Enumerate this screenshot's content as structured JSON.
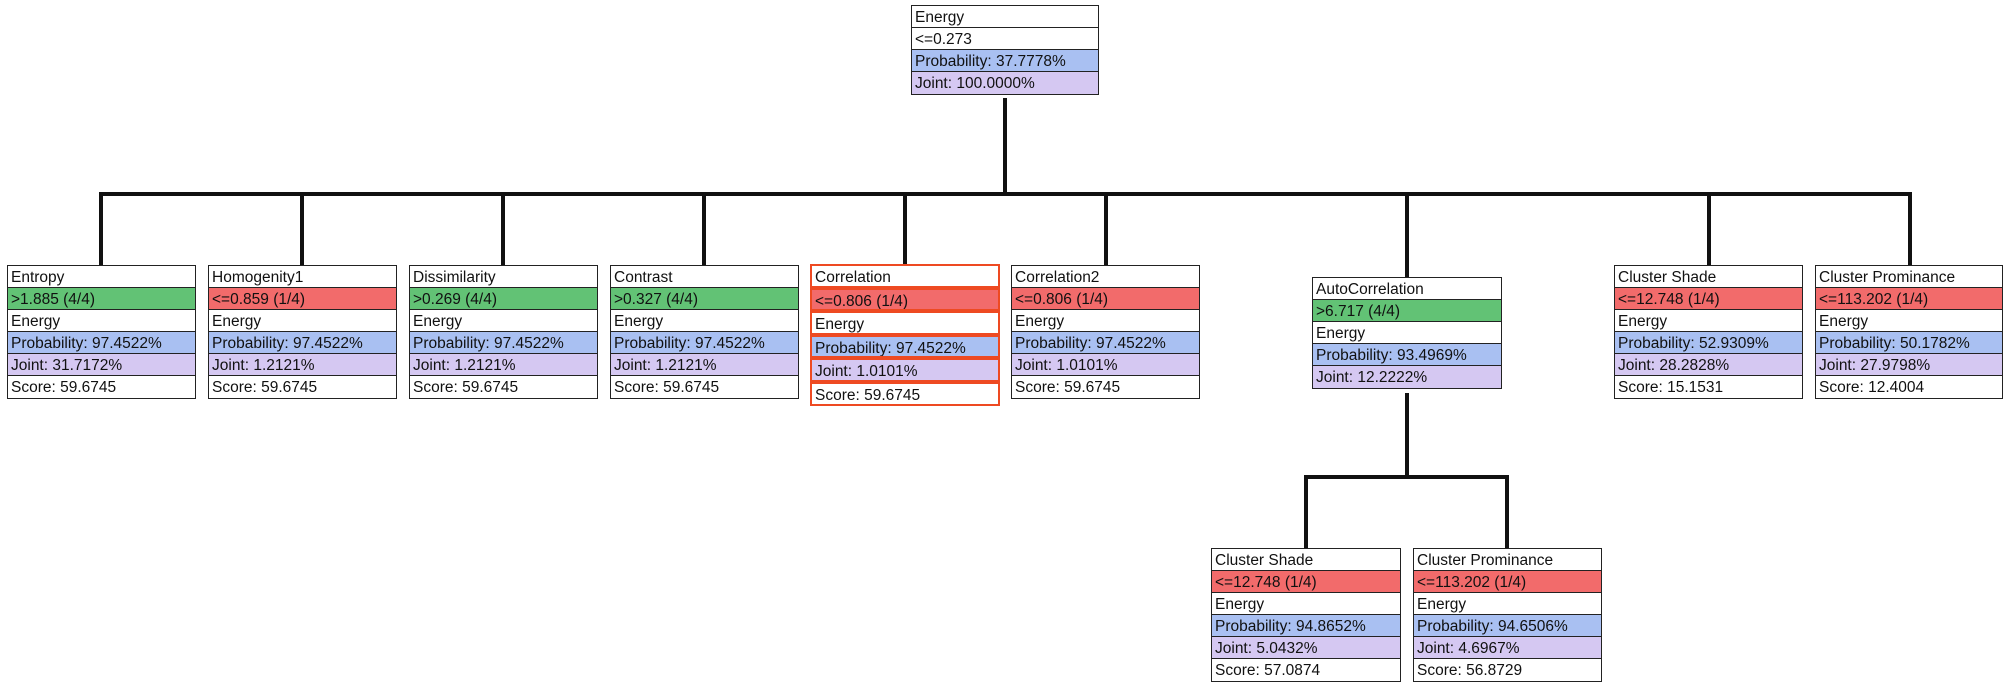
{
  "root": {
    "title": "Energy",
    "condition": "<=0.273",
    "probability": "Probability: 37.7778%",
    "joint": "Joint: 100.0000%"
  },
  "children": [
    {
      "title": "Entropy",
      "split": ">1.885 (4/4)",
      "split_type": "good",
      "target": "Energy",
      "probability": "Probability: 97.4522%",
      "joint": "Joint: 31.7172%",
      "score": "Score: 59.6745"
    },
    {
      "title": "Homogenity1",
      "split": "<=0.859 (1/4)",
      "split_type": "bad",
      "target": "Energy",
      "probability": "Probability: 97.4522%",
      "joint": "Joint: 1.2121%",
      "score": "Score: 59.6745"
    },
    {
      "title": "Dissimilarity",
      "split": ">0.269 (4/4)",
      "split_type": "good",
      "target": "Energy",
      "probability": "Probability: 97.4522%",
      "joint": "Joint: 1.2121%",
      "score": "Score: 59.6745"
    },
    {
      "title": "Contrast",
      "split": ">0.327 (4/4)",
      "split_type": "good",
      "target": "Energy",
      "probability": "Probability: 97.4522%",
      "joint": "Joint: 1.2121%",
      "score": "Score: 59.6745"
    },
    {
      "title": "Correlation",
      "split": "<=0.806 (1/4)",
      "split_type": "bad",
      "target": "Energy",
      "probability": "Probability: 97.4522%",
      "joint": "Joint: 1.0101%",
      "score": "Score: 59.6745",
      "highlighted": true
    },
    {
      "title": "Correlation2",
      "split": "<=0.806 (1/4)",
      "split_type": "bad",
      "target": "Energy",
      "probability": "Probability: 97.4522%",
      "joint": "Joint: 1.0101%",
      "score": "Score: 59.6745"
    },
    {
      "title": "AutoCorrelation",
      "split": ">6.717 (4/4)",
      "split_type": "good",
      "target": "Energy",
      "probability": "Probability: 93.4969%",
      "joint": "Joint: 12.2222%"
    },
    {
      "title": "Cluster Shade",
      "split": "<=12.748 (1/4)",
      "split_type": "bad",
      "target": "Energy",
      "probability": "Probability: 52.9309%",
      "joint": "Joint: 28.2828%",
      "score": "Score: 15.1531"
    },
    {
      "title": "Cluster Prominance",
      "split": "<=113.202 (1/4)",
      "split_type": "bad",
      "target": "Energy",
      "probability": "Probability: 50.1782%",
      "joint": "Joint: 27.9798%",
      "score": "Score: 12.4004"
    }
  ],
  "grandchildren": [
    {
      "title": "Cluster Shade",
      "split": "<=12.748 (1/4)",
      "split_type": "bad",
      "target": "Energy",
      "probability": "Probability: 94.8652%",
      "joint": "Joint: 5.0432%",
      "score": "Score: 57.0874"
    },
    {
      "title": "Cluster Prominance",
      "split": "<=113.202 (1/4)",
      "split_type": "bad",
      "target": "Energy",
      "probability": "Probability: 94.6506%",
      "joint": "Joint: 4.6967%",
      "score": "Score: 56.8729"
    }
  ]
}
